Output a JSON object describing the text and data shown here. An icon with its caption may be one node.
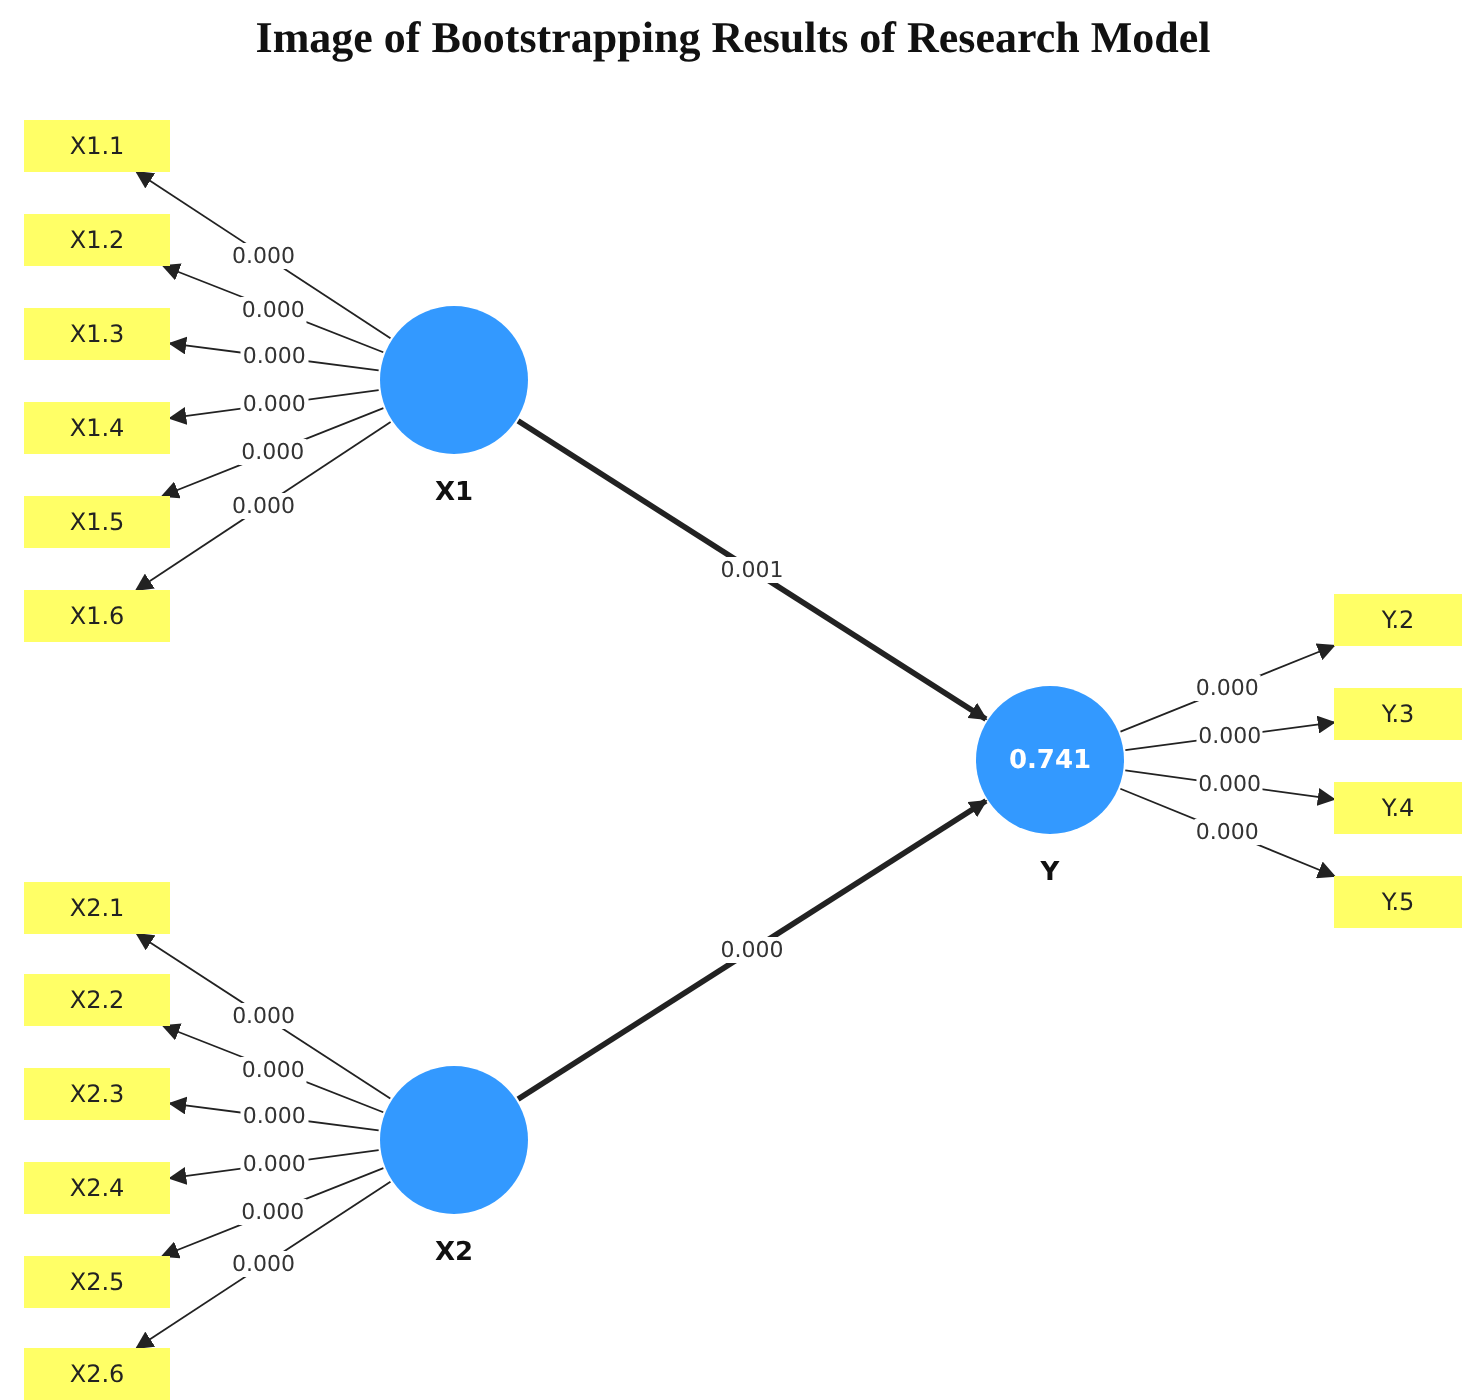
{
  "diagram": {
    "title": "Image of Bootstrapping Results of Research Model",
    "nodes": [
      {
        "text": [
          "X1"
        ]
      },
      {
        "text": [
          "X1.1"
        ]
      },
      {
        "text": [
          "X1.2"
        ]
      },
      {
        "text": [
          "X1.3"
        ]
      },
      {
        "text": [
          "X1.4"
        ]
      },
      {
        "text": [
          "X1.5"
        ]
      },
      {
        "text": [
          "X1.6"
        ]
      },
      {
        "text": [
          "X2"
        ]
      },
      {
        "text": [
          "X2.1"
        ]
      },
      {
        "text": [
          "X2.2"
        ]
      },
      {
        "text": [
          "X2.3"
        ]
      },
      {
        "text": [
          "X2.4"
        ]
      },
      {
        "text": [
          "X2.5"
        ]
      },
      {
        "text": [
          "X2.6"
        ]
      },
      {
        "text": [
          "0.741",
          "Y"
        ]
      },
      {
        "text": [
          "Y.2"
        ]
      },
      {
        "text": [
          "Y.3"
        ]
      },
      {
        "text": [
          "Y.4"
        ]
      },
      {
        "text": [
          "Y.5"
        ]
      }
    ],
    "edges": [
      {
        "from": 0,
        "to": 1,
        "arrow": "to",
        "label": "0.000"
      },
      {
        "from": 0,
        "to": 2,
        "arrow": "to",
        "label": "0.000"
      },
      {
        "from": 0,
        "to": 3,
        "arrow": "to",
        "label": "0.000"
      },
      {
        "from": 0,
        "to": 4,
        "arrow": "to",
        "label": "0.000"
      },
      {
        "from": 0,
        "to": 5,
        "arrow": "to",
        "label": "0.000"
      },
      {
        "from": 0,
        "to": 6,
        "arrow": "to",
        "label": "0.000"
      },
      {
        "from": 7,
        "to": 8,
        "arrow": "to",
        "label": "0.000"
      },
      {
        "from": 7,
        "to": 9,
        "arrow": "to",
        "label": "0.000"
      },
      {
        "from": 7,
        "to": 10,
        "arrow": "to",
        "label": "0.000"
      },
      {
        "from": 7,
        "to": 11,
        "arrow": "to",
        "label": "0.000"
      },
      {
        "from": 7,
        "to": 12,
        "arrow": "to",
        "label": "0.000"
      },
      {
        "from": 7,
        "to": 13,
        "arrow": "to",
        "label": "0.000"
      },
      {
        "from": 0,
        "to": 14,
        "arrow": "to",
        "label": "0.001",
        "style": "thick"
      },
      {
        "from": 7,
        "to": 14,
        "arrow": "to",
        "label": "0.000",
        "style": "thick"
      },
      {
        "from": 14,
        "to": 15,
        "arrow": "to",
        "label": "0.000"
      },
      {
        "from": 14,
        "to": 16,
        "arrow": "to",
        "label": "0.000"
      },
      {
        "from": 14,
        "to": 17,
        "arrow": "to",
        "label": "0.000"
      },
      {
        "from": 14,
        "to": 18,
        "arrow": "to",
        "label": "0.000"
      }
    ]
  }
}
